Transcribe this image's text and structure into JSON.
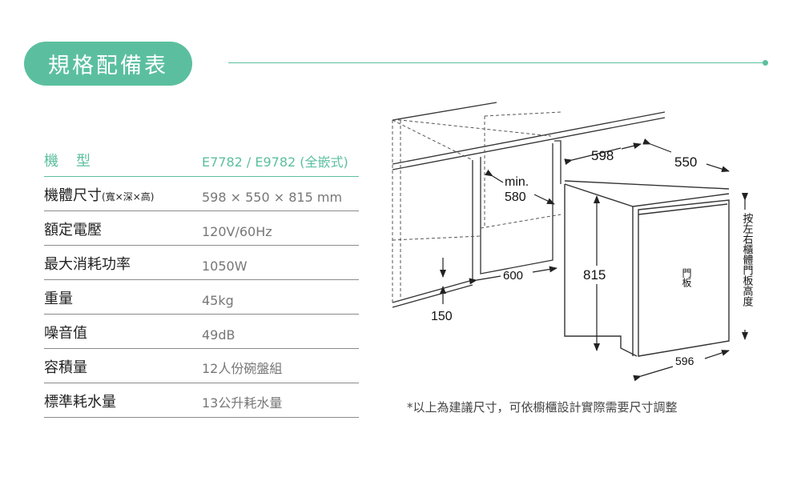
{
  "header": {
    "title": "規格配備表",
    "accent_color": "#5bbf9f"
  },
  "specs": {
    "model_label": "機型",
    "model_value": "E7782 / E9782 (全嵌式)",
    "rows": [
      {
        "label": "機體尺寸",
        "label_small": "(寬×深×高)",
        "value": "598 × 550 × 815 mm"
      },
      {
        "label": "額定電壓",
        "value": "120V/60Hz"
      },
      {
        "label": "最大消耗功率",
        "value": "1050W"
      },
      {
        "label": "重量",
        "value": "45kg"
      },
      {
        "label": "噪音值",
        "value": "49dB"
      },
      {
        "label": "容積量",
        "value": "12人份碗盤組"
      },
      {
        "label": "標準耗水量",
        "value": "13公升耗水量"
      }
    ]
  },
  "diagram": {
    "width": "598",
    "depth": "550",
    "min_label": "min.",
    "min_value": "580",
    "cabinet_depth": "600",
    "height": "815",
    "plinth": "150",
    "door_width": "596",
    "door_label": "門板",
    "side_label": "按左右櫃體門板高度"
  },
  "footer": {
    "note": "*以上為建議尺寸，可依櫥櫃設計實際需要尺寸調整"
  }
}
